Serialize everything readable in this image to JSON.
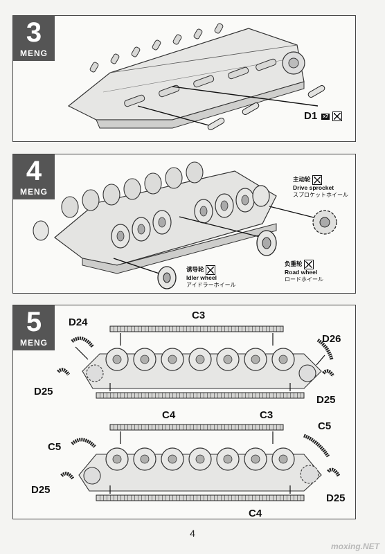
{
  "brand": "MENG",
  "page_number": "4",
  "watermark": "moxing.NET",
  "steps": [
    {
      "number": "3",
      "parts": [
        {
          "id": "D1",
          "quantity": "x7"
        }
      ]
    },
    {
      "number": "4",
      "parts": [
        {
          "cn": "主动轮",
          "en": "Drive sprocket",
          "jp": "スプロケットホイール"
        },
        {
          "cn": "负重轮",
          "en": "Road wheel",
          "jp": "ロードホイール"
        },
        {
          "cn": "诱导轮",
          "en": "Idler wheel",
          "jp": "アイドラーホイール"
        }
      ]
    },
    {
      "number": "5",
      "upper_labels": [
        "D24",
        "C3",
        "D26",
        "D25",
        "D25",
        "C4"
      ],
      "lower_labels": [
        "C3",
        "C5",
        "C5",
        "D25",
        "D25",
        "C4"
      ]
    }
  ]
}
